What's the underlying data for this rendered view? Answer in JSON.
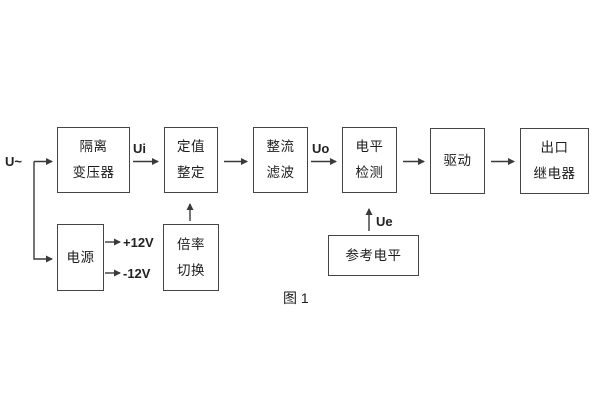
{
  "figure": {
    "caption": "图 1",
    "input_label": "U~",
    "signal_labels": {
      "ui": "Ui",
      "uo": "Uo",
      "ue": "Ue"
    },
    "power_labels": {
      "positive": "+12V",
      "negative": "-12V"
    },
    "blocks": {
      "isolation_transformer": {
        "line1": "隔离",
        "line2": "变压器"
      },
      "value_setting": {
        "line1": "定值",
        "line2": "整定"
      },
      "rectifier_filter": {
        "line1": "整流",
        "line2": "滤波"
      },
      "level_detection": {
        "line1": "电平",
        "line2": "检测"
      },
      "driver": {
        "label": "驱动"
      },
      "output_relay": {
        "line1": "出口",
        "line2": "继电器"
      },
      "power_supply": {
        "label": "电源"
      },
      "ratio_switching": {
        "line1": "倍率",
        "line2": "切换"
      },
      "reference_level": {
        "label": "参考电平"
      }
    },
    "colors": {
      "line": "#3a3a3a",
      "text": "#1c1c1c",
      "background": "#ffffff"
    }
  }
}
